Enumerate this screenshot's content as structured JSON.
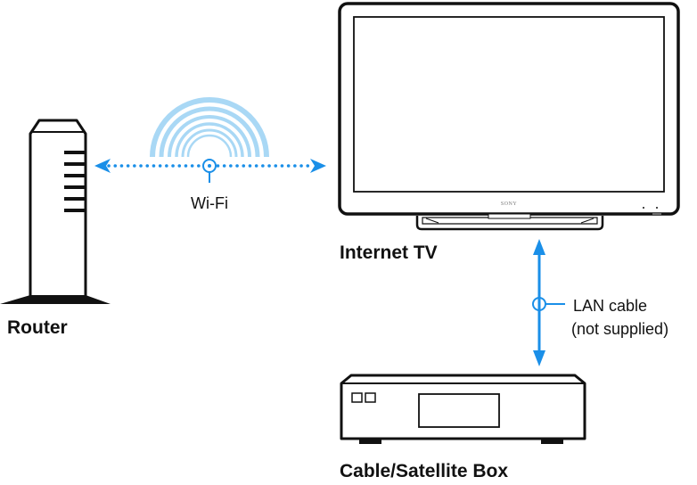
{
  "diagram": {
    "title": "Network connection diagram",
    "nodes": {
      "router": {
        "label": "Router",
        "icon": "router-icon"
      },
      "tv": {
        "label": "Internet TV",
        "icon": "tv-icon",
        "brand": "SONY"
      },
      "box": {
        "label": "Cable/Satellite Box",
        "icon": "set-top-box-icon"
      }
    },
    "connections": {
      "wifi": {
        "label": "Wi-Fi",
        "type": "wireless",
        "from": "Router",
        "to": "Internet TV"
      },
      "lan": {
        "label_line1": "LAN cable",
        "label_line2": "(not supplied)",
        "type": "wired",
        "from": "Internet TV",
        "to": "Cable/Satellite Box"
      }
    },
    "colors": {
      "accent": "#1a8fe8",
      "wave": "#a9d8f5",
      "outline": "#111111"
    }
  }
}
